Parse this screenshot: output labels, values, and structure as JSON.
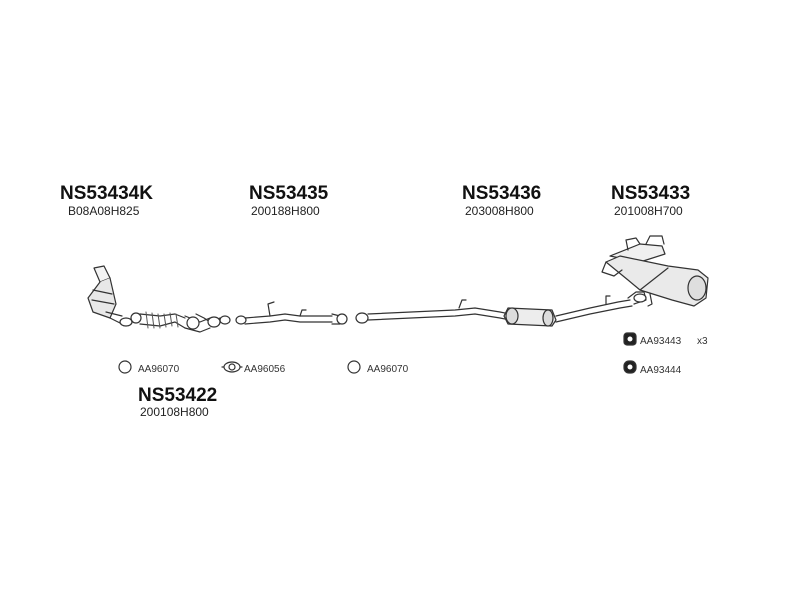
{
  "parts": {
    "catalyst": {
      "number": "NS53434K",
      "code": "B08A08H825"
    },
    "front_pipe": {
      "number": "NS53435",
      "code": "200188H800"
    },
    "center_pipe": {
      "number": "NS53436",
      "code": "203008H800"
    },
    "rear_muffler": {
      "number": "NS53433",
      "code": "201008H700"
    },
    "flex_pipe": {
      "number": "NS53422",
      "code": "200108H800"
    }
  },
  "gaskets": {
    "g1": "AA96070",
    "g2": "AA96056",
    "g3": "AA96070"
  },
  "mounts": {
    "m1": {
      "label": "AA93443",
      "qty": "x3"
    },
    "m2": {
      "label": "AA93444"
    }
  }
}
